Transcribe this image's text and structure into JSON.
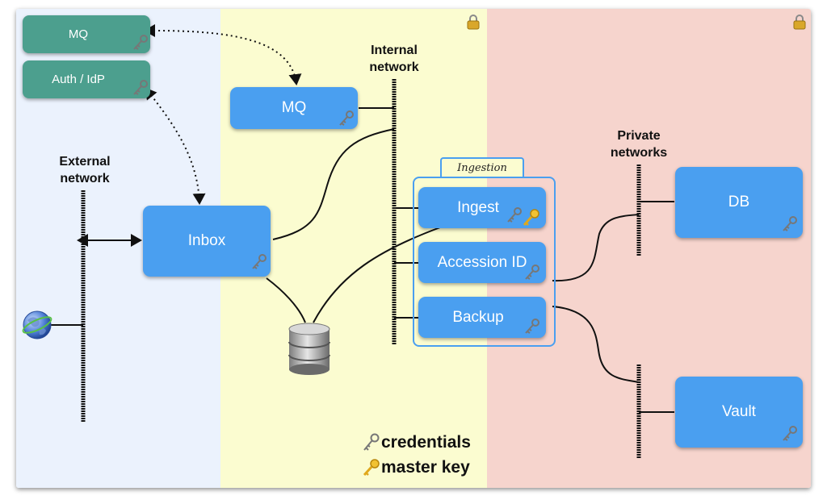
{
  "zones": {
    "external": {
      "color": "#ebf2fd"
    },
    "internal": {
      "color": "#fbfcd0"
    },
    "private": {
      "color": "#f6d4cd"
    }
  },
  "networks": {
    "external": "External\nnetwork",
    "internal": "Internal\nnetwork",
    "private": "Private\nnetworks"
  },
  "boxes": {
    "mq_external": "MQ",
    "auth_idp": "Auth / IdP",
    "mq_internal": "MQ",
    "inbox": "Inbox",
    "ingest": "Ingest",
    "accession_id": "Accession ID",
    "backup": "Backup",
    "db": "DB",
    "vault": "Vault"
  },
  "group": {
    "ingestion": "Ingestion"
  },
  "legend": {
    "credentials": "credentials",
    "master_key": "master key",
    "credentials_icon": "silver-key-icon",
    "master_key_icon": "gold-key-icon"
  },
  "colors": {
    "service_blue": "#4a9ff0",
    "external_teal": "#4c9f8e",
    "credential_key": "#7a7a7a",
    "master_key": "#e0a81c"
  }
}
